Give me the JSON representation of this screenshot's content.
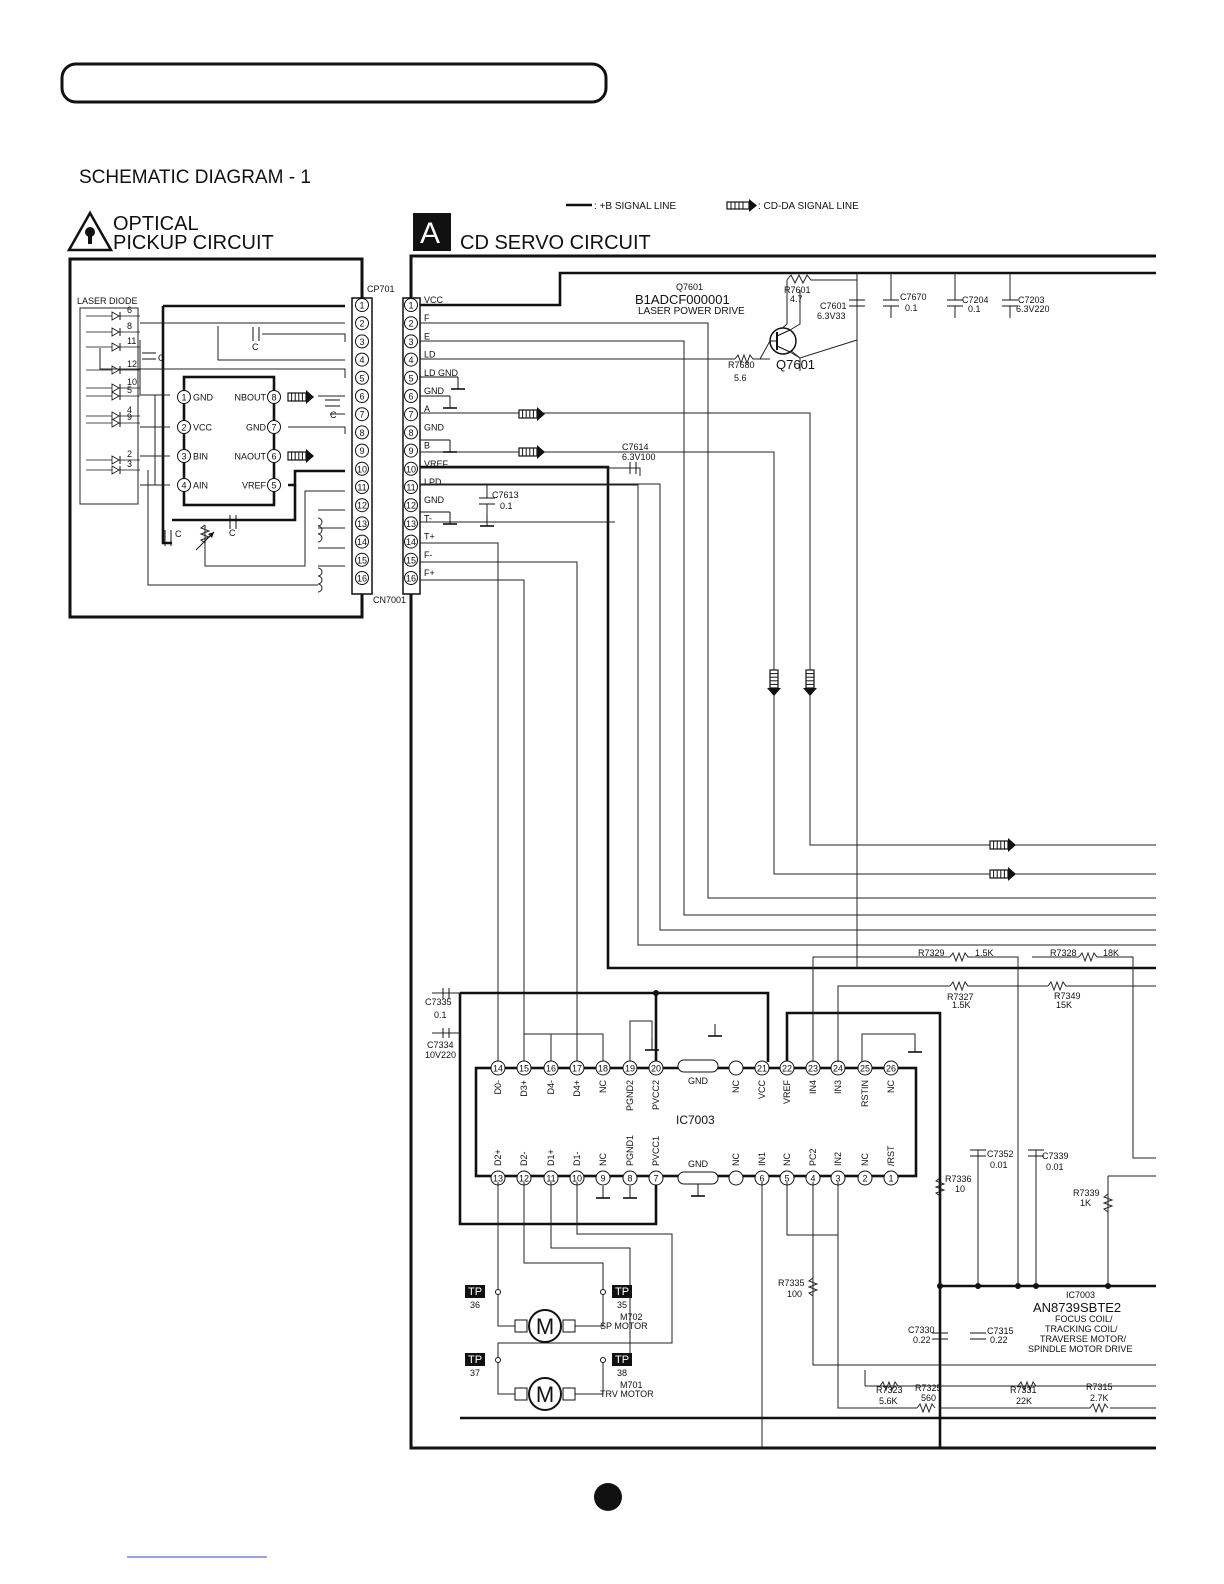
{
  "header": {
    "title": "SCHEMATIC DIAGRAM - 1"
  },
  "legend": {
    "b_line": ": +B SIGNAL LINE",
    "cd_line": ": CD-DA SIGNAL LINE"
  },
  "optical": {
    "title_line1": "OPTICAL",
    "title_line2": "PICKUP CIRCUIT",
    "laser_label": "LASER DIODE",
    "connector": "CP701",
    "diode_pins": [
      "6",
      "8",
      "11",
      "12",
      "10",
      "5",
      "4",
      "9",
      "2",
      "3"
    ],
    "chip_pins_left": [
      {
        "n": "1",
        "name": "GND"
      },
      {
        "n": "2",
        "name": "VCC"
      },
      {
        "n": "3",
        "name": "BIN"
      },
      {
        "n": "4",
        "name": "AIN"
      }
    ],
    "chip_pins_right": [
      {
        "n": "8",
        "name": "NBOUT"
      },
      {
        "n": "7",
        "name": "GND"
      },
      {
        "n": "6",
        "name": "NAOUT"
      },
      {
        "n": "5",
        "name": "VREF"
      }
    ],
    "cap_label": "C"
  },
  "servo": {
    "block_letter": "A",
    "title": "CD SERVO CIRCUIT",
    "connector": "CN7001",
    "pins": [
      "VCC",
      "F",
      "E",
      "LD",
      "LD GND",
      "GND",
      "A",
      "GND",
      "B",
      "VREF",
      "LPD",
      "GND",
      "T-",
      "T+",
      "F-",
      "F+"
    ],
    "transistor": {
      "ref": "Q7601",
      "part": "B1ADCF000001",
      "desc": "LASER POWER DRIVE",
      "label": "Q7601"
    },
    "parts": {
      "r7601": {
        "ref": "R7601",
        "val": "4.7"
      },
      "c7601": {
        "ref": "C7601",
        "val": "6.3V33"
      },
      "c7670": {
        "ref": "C7670",
        "val": "0.1"
      },
      "c7204": {
        "ref": "C7204",
        "val": "0.1"
      },
      "c7203": {
        "ref": "C7203",
        "val": "6.3V220"
      },
      "r7680": {
        "ref": "R7680",
        "val": "5.6"
      },
      "c7614": {
        "ref": "C7614",
        "val": "6.3V100"
      },
      "c7613": {
        "ref": "C7613",
        "val": "0.1"
      },
      "r7329": {
        "ref": "R7329",
        "val": "1.5K"
      },
      "r7328": {
        "ref": "R7328",
        "val": "18K"
      },
      "r7327": {
        "ref": "R7327",
        "val": "1.5K"
      },
      "r7349": {
        "ref": "R7349",
        "val": "15K"
      },
      "c7335": {
        "ref": "C7335",
        "val": "0.1"
      },
      "c7334": {
        "ref": "C7334",
        "val": "10V220"
      },
      "r7336": {
        "ref": "R7336",
        "val": "10"
      },
      "c7352": {
        "ref": "C7352",
        "val": "0.01"
      },
      "c7339": {
        "ref": "C7339",
        "val": "0.01"
      },
      "r7339": {
        "ref": "R7339",
        "val": "1K"
      },
      "r7335": {
        "ref": "R7335",
        "val": "100"
      },
      "c7330": {
        "ref": "C7330",
        "val": "0.22"
      },
      "c7315": {
        "ref": "C7315",
        "val": "0.22"
      },
      "r7323": {
        "ref": "R7323",
        "val": "5.6K"
      },
      "r7325": {
        "ref": "R7325",
        "val": "560"
      },
      "r7331": {
        "ref": "R7331",
        "val": "22K"
      },
      "r7315": {
        "ref": "R7315",
        "val": "2.7K"
      }
    },
    "ic": {
      "ref": "IC7003",
      "top_pins": [
        {
          "n": "14",
          "name": "D0-"
        },
        {
          "n": "15",
          "name": "D3+"
        },
        {
          "n": "16",
          "name": "D4-"
        },
        {
          "n": "17",
          "name": "D4+"
        },
        {
          "n": "18",
          "name": "NC"
        },
        {
          "n": "19",
          "name": "PGND2"
        },
        {
          "n": "20",
          "name": "PVCC2"
        },
        {
          "n": "",
          "name": "GND"
        },
        {
          "n": "",
          "name": "NC"
        },
        {
          "n": "21",
          "name": "VCC"
        },
        {
          "n": "22",
          "name": "VREF"
        },
        {
          "n": "23",
          "name": "IN4"
        },
        {
          "n": "24",
          "name": "IN3"
        },
        {
          "n": "25",
          "name": "RSTIN"
        },
        {
          "n": "26",
          "name": "NC"
        }
      ],
      "bottom_pins": [
        {
          "n": "13",
          "name": "D2+"
        },
        {
          "n": "12",
          "name": "D2-"
        },
        {
          "n": "11",
          "name": "D1+"
        },
        {
          "n": "10",
          "name": "D1-"
        },
        {
          "n": "9",
          "name": "NC"
        },
        {
          "n": "8",
          "name": "PGND1"
        },
        {
          "n": "7",
          "name": "PVCC1"
        },
        {
          "n": "",
          "name": "GND"
        },
        {
          "n": "",
          "name": "NC"
        },
        {
          "n": "6",
          "name": "IN1"
        },
        {
          "n": "5",
          "name": "NC"
        },
        {
          "n": "4",
          "name": "PC2"
        },
        {
          "n": "3",
          "name": "IN2"
        },
        {
          "n": "2",
          "name": "NC"
        },
        {
          "n": "1",
          "name": "/RST"
        }
      ],
      "info_ref": "IC7003",
      "info_part": "AN8739SBTE2",
      "info_desc": [
        "FOCUS COIL/",
        "TRACKING COIL/",
        "TRAVERSE MOTOR/",
        "SPINDLE MOTOR DRIVE"
      ]
    },
    "motors": [
      {
        "ref": "M702",
        "desc": "SP MOTOR",
        "tp_left": "36",
        "tp_right": "35"
      },
      {
        "ref": "M701",
        "desc": "TRV MOTOR",
        "tp_left": "37",
        "tp_right": "38"
      }
    ],
    "tp_label": "TP",
    "motor_symbol": "M"
  }
}
